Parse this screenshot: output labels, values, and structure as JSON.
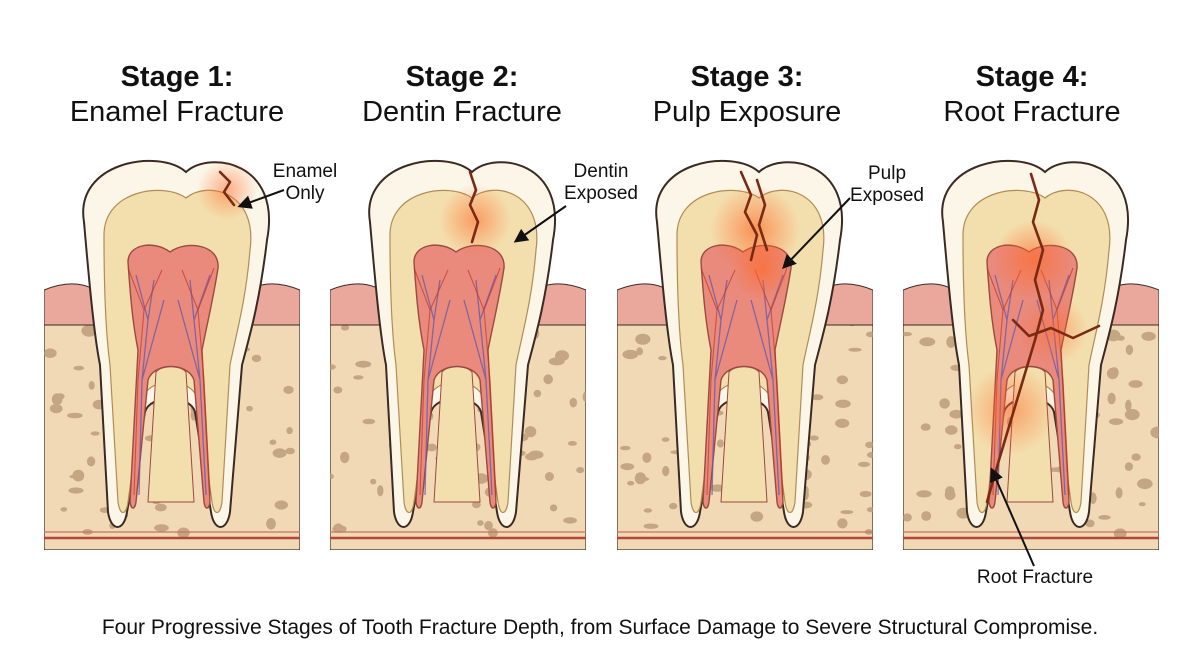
{
  "stages": [
    {
      "number": "Stage 1:",
      "name": "Enamel Fracture",
      "callout": [
        "Enamel",
        "Only"
      ]
    },
    {
      "number": "Stage 2:",
      "name": "Dentin Fracture",
      "callout": [
        "Dentin",
        "Exposed"
      ]
    },
    {
      "number": "Stage 3:",
      "name": "Pulp Exposure",
      "callout": [
        "Pulp",
        "Exposed"
      ]
    },
    {
      "number": "Stage 4:",
      "name": "Root Fracture",
      "callout": [
        "Root Fracture"
      ]
    }
  ],
  "caption": "Four Progressive Stages of Tooth Fracture Depth, from Surface Damage to Severe Structural Compromise.",
  "colors": {
    "bone": "#f1d9b6",
    "bone_pore": "#b79573",
    "gum": "#eaa79c",
    "enamel": "#fbf6e8",
    "dentin": "#f3dfae",
    "pulp": "#e98a7c",
    "fracture_glow": "#ff6a2a",
    "crack": "#7a2a12",
    "outline": "#3a2a22",
    "nerve": "#6b5aa8"
  }
}
